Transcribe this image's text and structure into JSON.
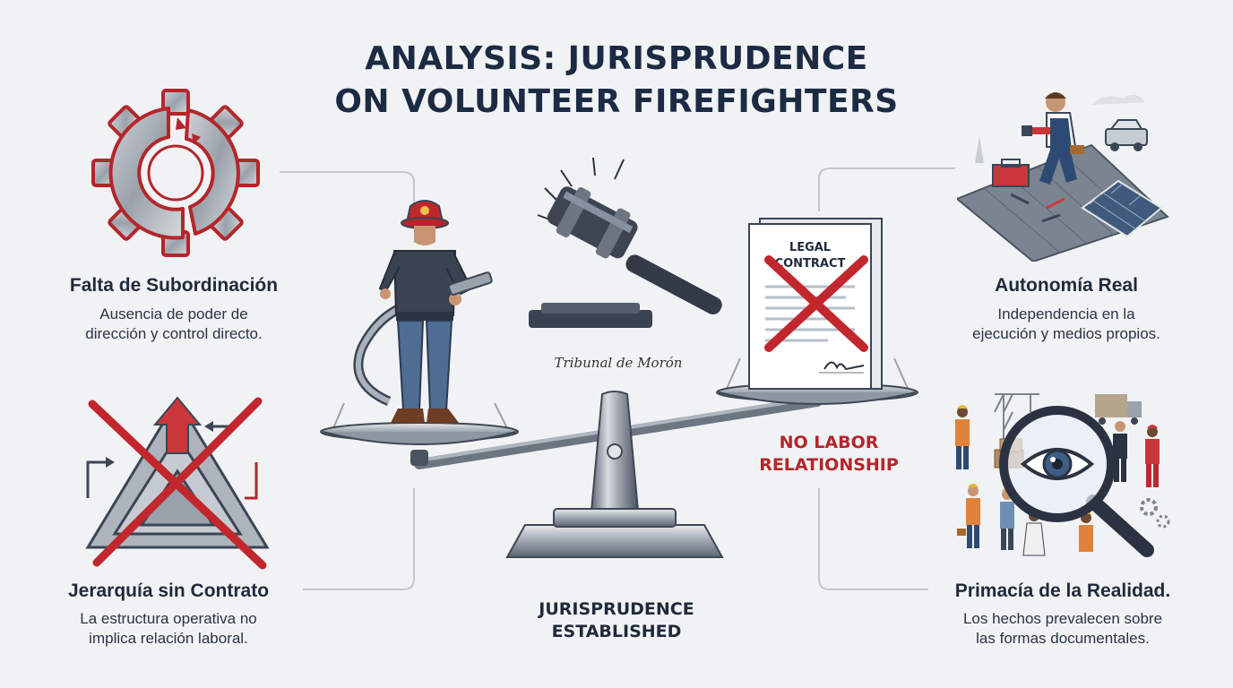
{
  "title": {
    "line1": "ANALYSIS: JURISPRUDENCE",
    "line2": "ON VOLUNTEER FIREFIGHTERS"
  },
  "items": {
    "falta": {
      "title": "Falta de Subordinación",
      "desc_line1": "Ausencia de poder de",
      "desc_line2": "dirección y control directo."
    },
    "jerarquia": {
      "title": "Jerarquía sin Contrato",
      "desc_line1": "La estructura operativa no",
      "desc_line2": "implica relación laboral."
    },
    "autonomia": {
      "title": "Autonomía Real",
      "desc_line1": "Independencia en la",
      "desc_line2": "ejecución y medios propios."
    },
    "primacia": {
      "title": "Primacía de la Realidad.",
      "desc_line1": "Los hechos prevalecen sobre",
      "desc_line2": "las formas documentales."
    }
  },
  "center": {
    "tribunal_label": "Tribunal de Morón",
    "contract_line1": "LEGAL",
    "contract_line2": "CONTRACT",
    "no_labor_line1": "NO LABOR",
    "no_labor_line2": "RELATIONSHIP",
    "caption_line1": "JURISPRUDENCE",
    "caption_line2": "ESTABLISHED"
  },
  "colors": {
    "accent_red": "#b3262b",
    "navy": "#1c2b43",
    "steel": "#8f98a3",
    "background": "#f1f2f4"
  },
  "icons": [
    "broken-gear-icon",
    "crossed-hierarchy-icon",
    "gavel-icon",
    "worker-roof-icon",
    "magnifier-eye-icon",
    "firefighter-figure",
    "balance-scale-icon",
    "crossed-contract-icon"
  ]
}
